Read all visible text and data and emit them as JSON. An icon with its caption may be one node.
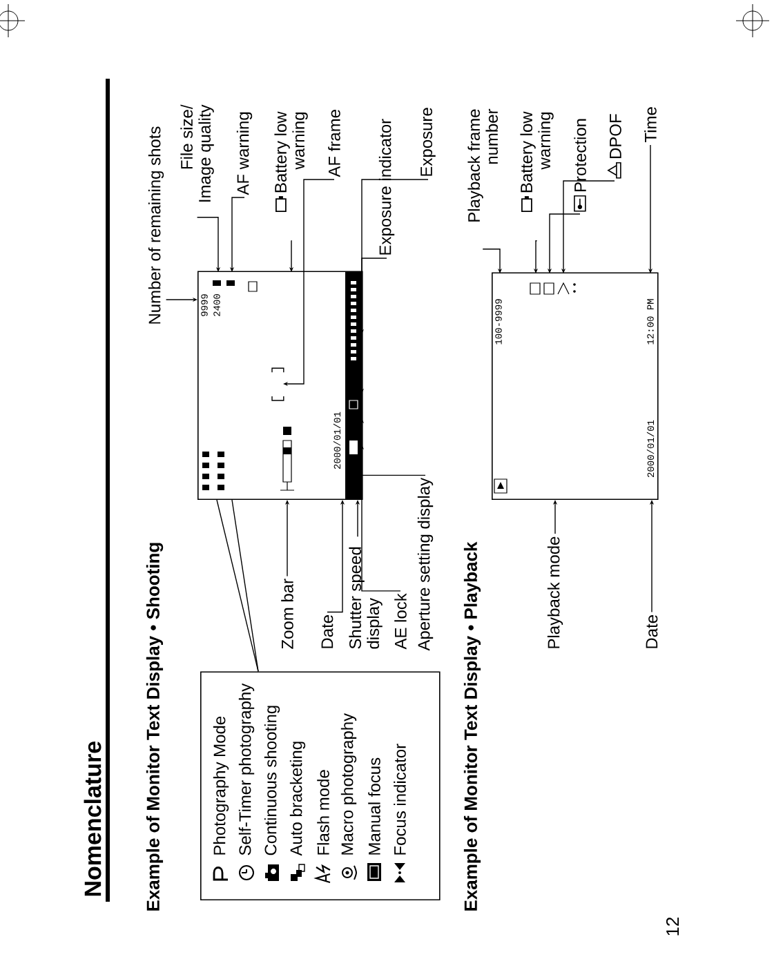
{
  "diagram": {
    "title": "Nomenclature",
    "nodes": [
      {
        "text": [],
        "shape": "box"
      },
      {
        "text": [
          "Number of remaining shots"
        ]
      },
      {
        "text": [
          "File size/ Image quality"
        ]
      },
      {
        "text": [
          "AF warning"
        ]
      },
      {
        "text": [
          "Battery low warning"
        ]
      },
      {
        "text": [
          "AF frame"
        ]
      },
      {
        "text": [
          "Zoom bar"
        ]
      },
      {
        "text": [
          "Date"
        ]
      },
      {
        "text": [
          "Shutter speed display"
        ]
      },
      {
        "text": [
          "AE lock"
        ]
      },
      {
        "text": [
          "Exposure indicator"
        ]
      },
      {
        "text": [
          "Exposure"
        ]
      },
      {
        "text": [
          "Aperture setting display"
        ]
      },
      {
        "text": [
          "Playback frame number"
        ]
      },
      {
        "text": [
          "Battery low warning"
        ]
      },
      {
        "text": [
          "Protection"
        ]
      },
      {
        "text": [
          "DPOF"
        ]
      },
      {
        "text": [
          "Playback mode"
        ]
      },
      {
        "text": [
          "Date"
        ]
      },
      {
        "text": [
          "Time"
        ]
      },
      {
        "text": [],
        "shape": "box"
      },
      {
        "text": [],
        "shape": "bracket",
        "in": 20
      },
      {
        "text": [],
        "shape": "box"
      }
    ],
    "edges": [
      {
        "from": 0,
        "to": 20,
        "arrow": "none"
      },
      {
        "from": 0,
        "to": 20,
        "arrow": "none"
      },
      {
        "from": 1,
        "to": 20,
        "arrow": "to"
      },
      {
        "from": 2,
        "to": 20,
        "arrow": "to"
      },
      {
        "from": 3,
        "to": 20,
        "arrow": "to"
      },
      {
        "from": 4,
        "to": 20,
        "arrow": "to"
      },
      {
        "from": 5,
        "to": 21,
        "arrow": "to"
      },
      {
        "from": 6,
        "to": 20,
        "arrow": "to"
      },
      {
        "from": 7,
        "to": 20,
        "arrow": "to"
      },
      {
        "from": 8,
        "to": 20,
        "arrow": "to"
      },
      {
        "from": 9,
        "to": 20,
        "arrow": "to"
      },
      {
        "from": 10,
        "to": 20,
        "arrow": "to"
      },
      {
        "from": 11,
        "to": 20,
        "arrow": "to"
      },
      {
        "from": 12,
        "to": 20,
        "arrow": "to"
      },
      {
        "from": 13,
        "to": 22,
        "arrow": "to"
      },
      {
        "from": 14,
        "to": 22,
        "arrow": "to"
      },
      {
        "from": 15,
        "to": 22,
        "arrow": "to"
      },
      {
        "from": 16,
        "to": 22,
        "arrow": "to"
      },
      {
        "from": 17,
        "to": 22,
        "arrow": "to"
      },
      {
        "from": 18,
        "to": 22,
        "arrow": "to"
      },
      {
        "from": 19,
        "to": 22,
        "arrow": "to"
      }
    ],
    "labels": [
      "Example of Monitor Text Display • Shooting",
      "9999",
      "2400",
      "2000/01/01",
      "Example of Monitor Text Display • Playback",
      "100-9999",
      "2000/01/01",
      "12:00 PM",
      "12"
    ],
    "legend": [
      {
        "text": "Photography Mode"
      },
      {
        "text": "Self-Timer photography"
      },
      {
        "text": "Continuous shooting"
      },
      {
        "text": "Auto bracketing"
      },
      {
        "text": "Flash mode"
      },
      {
        "text": "Macro photography"
      },
      {
        "text": "Manual focus"
      },
      {
        "text": "Focus indicator"
      }
    ]
  }
}
